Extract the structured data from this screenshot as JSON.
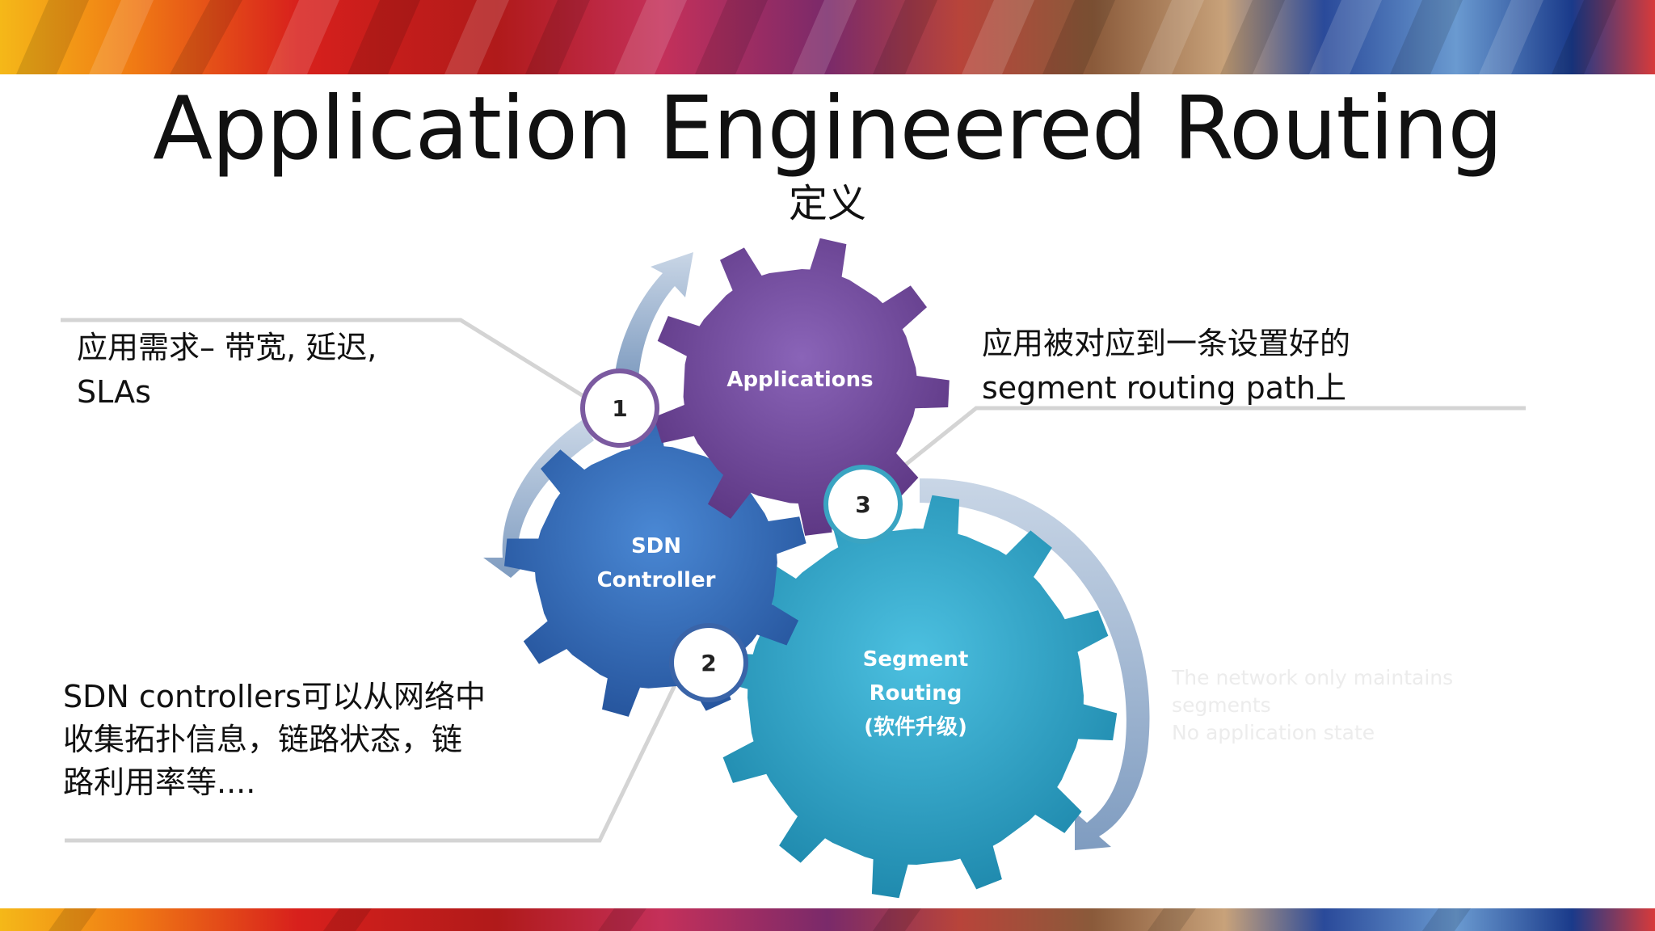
{
  "slide": {
    "title": "Application Engineered Routing",
    "subtitle": "定义"
  },
  "notes": {
    "left_top": {
      "line1": "应用需求– 带宽, 延迟,",
      "line2": "SLAs"
    },
    "left_bottom": {
      "line1": "SDN controllers可以从网络中",
      "line2": "收集拓扑信息，链路状态，链",
      "line3": "路利用率等...."
    },
    "right_top": {
      "line1": "应用被对应到一条设置好的",
      "line2": "segment routing path上"
    },
    "faint": {
      "line1": "The network only maintains segments",
      "line2": "No application state"
    }
  },
  "gears": {
    "applications": {
      "label": "Applications",
      "color": "#6b4496"
    },
    "sdn": {
      "line1": "SDN",
      "line2": "Controller",
      "color": "#2f6bb8"
    },
    "segment": {
      "line1": "Segment",
      "line2": "Routing",
      "line3": "(软件升级)",
      "color": "#2aa2c7"
    }
  },
  "steps": [
    {
      "num": "1",
      "ring_color": "#7b5aa0"
    },
    {
      "num": "2",
      "ring_color": "#3a64a8"
    },
    {
      "num": "3",
      "ring_color": "#3aa4c2"
    }
  ],
  "colors": {
    "arrow": "#8ea8c8",
    "callout_line": "#d4d4d4"
  }
}
